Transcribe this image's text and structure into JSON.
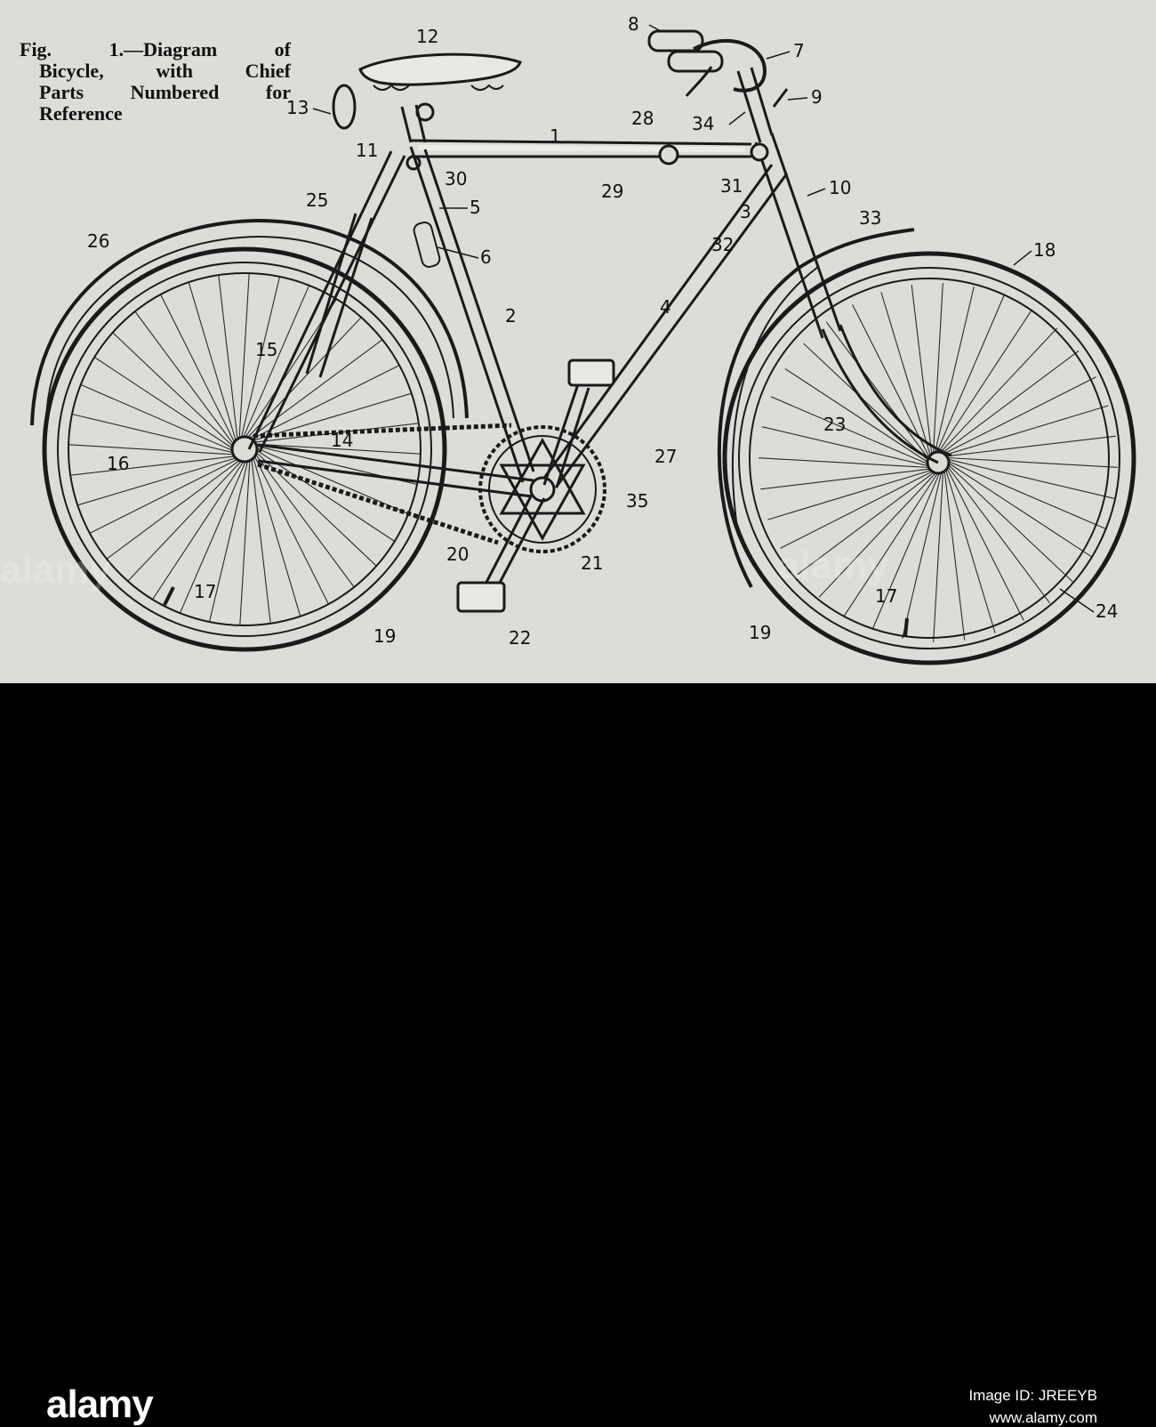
{
  "caption": {
    "lines": [
      "Fig. 1.—Diagram of",
      "Bicycle, with Chief",
      "Parts Numbered for",
      "Reference"
    ]
  },
  "part_numbers": [
    "1",
    "2",
    "3",
    "4",
    "5",
    "6",
    "7",
    "8",
    "9",
    "10",
    "11",
    "12",
    "13",
    "14",
    "15",
    "16",
    "17",
    "17",
    "18",
    "19",
    "19",
    "20",
    "21",
    "22",
    "23",
    "24",
    "25",
    "26",
    "27",
    "28",
    "29",
    "30",
    "31",
    "32",
    "33",
    "34",
    "35"
  ],
  "watermark": {
    "text": "alamy"
  },
  "footer": {
    "logo": "alamy",
    "image_id": "Image ID: JREEYB",
    "site": "www.alamy.com"
  }
}
